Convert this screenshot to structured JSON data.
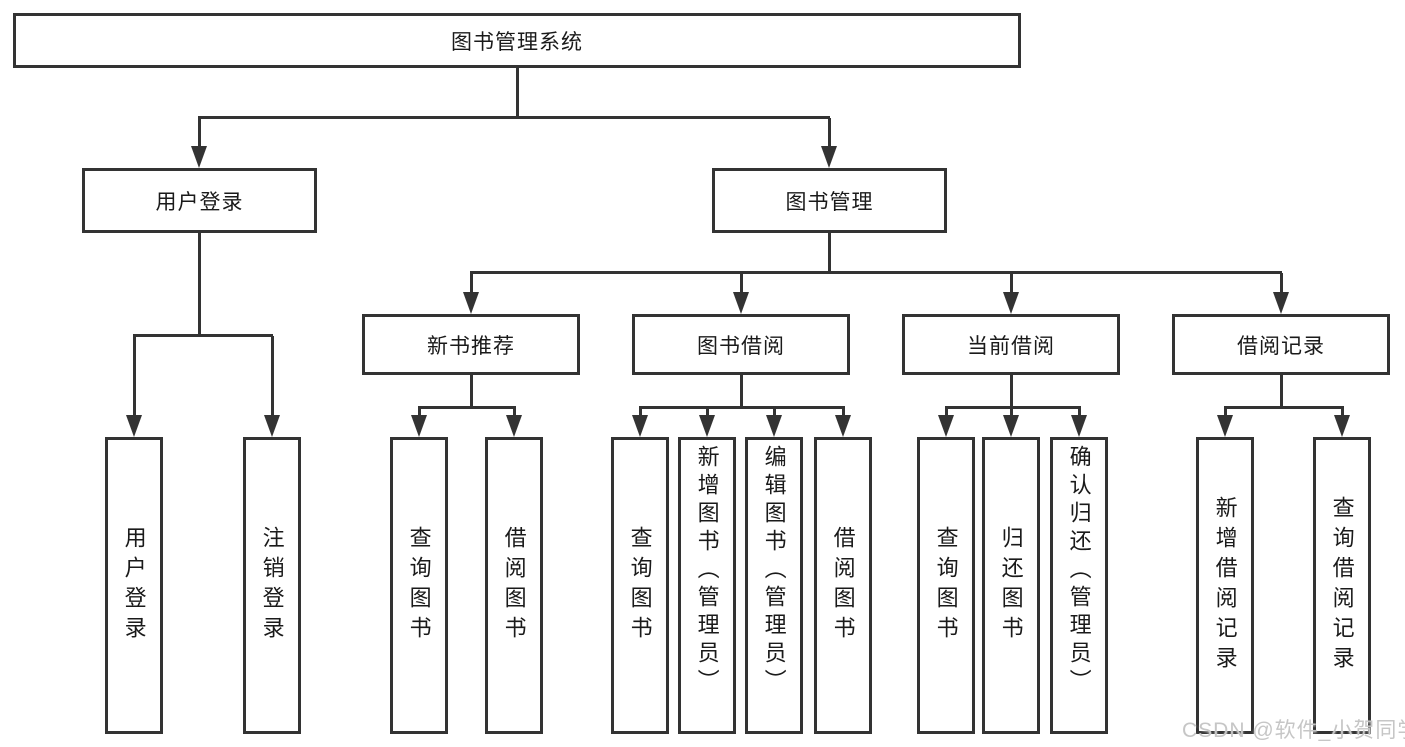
{
  "title": "图书管理系统",
  "tree": {
    "root": "图书管理系统",
    "branches": [
      {
        "label": "用户登录",
        "children": [
          "用户登录",
          "注销登录"
        ]
      },
      {
        "label": "图书管理",
        "children": [
          {
            "label": "新书推荐",
            "children": [
              "查询图书",
              "借阅图书"
            ]
          },
          {
            "label": "图书借阅",
            "children": [
              "查询图书",
              "新增图书（管理员）",
              "编辑图书（管理员）",
              "借阅图书"
            ]
          },
          {
            "label": "当前借阅",
            "children": [
              "查询图书",
              "归还图书",
              "确认归还（管理员）"
            ]
          },
          {
            "label": "借阅记录",
            "children": [
              "新增借阅记录",
              "查询借阅记录"
            ]
          }
        ]
      }
    ]
  },
  "watermark": "CSDN @软件_小贺同学",
  "colors": {
    "line": "#333333",
    "box_fill": "#ffffff",
    "text": "#1a1a1a",
    "watermark": "#c6c6c6",
    "background": "#ffffff"
  }
}
